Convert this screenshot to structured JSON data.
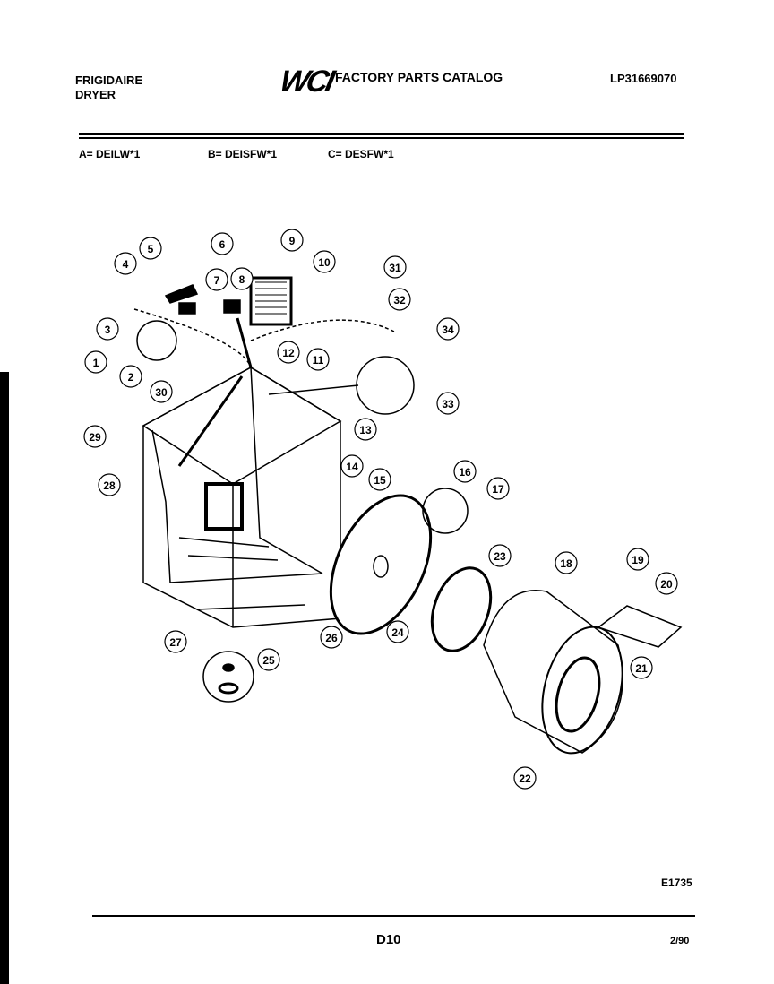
{
  "header": {
    "brand": "FRIGIDAIRE",
    "product": "DRYER",
    "logo_text": "WCI",
    "catalog_title": "FACTORY PARTS CATALOG",
    "part_number": "LP31669070"
  },
  "models": [
    {
      "label": "A= DEILW*1"
    },
    {
      "label": "B= DEISFW*1"
    },
    {
      "label": "C= DESFW*1"
    }
  ],
  "diagram": {
    "callouts": [
      "5",
      "6",
      "9",
      "10",
      "4",
      "7",
      "8",
      "31",
      "32",
      "3",
      "34",
      "1",
      "12",
      "11",
      "2",
      "33",
      "30",
      "29",
      "13",
      "14",
      "15",
      "16",
      "17",
      "28",
      "23",
      "18",
      "19",
      "20",
      "27",
      "25",
      "26",
      "24",
      "21",
      "22"
    ]
  },
  "footer": {
    "figure_code": "E1735",
    "page": "D10",
    "date": "2/90"
  }
}
